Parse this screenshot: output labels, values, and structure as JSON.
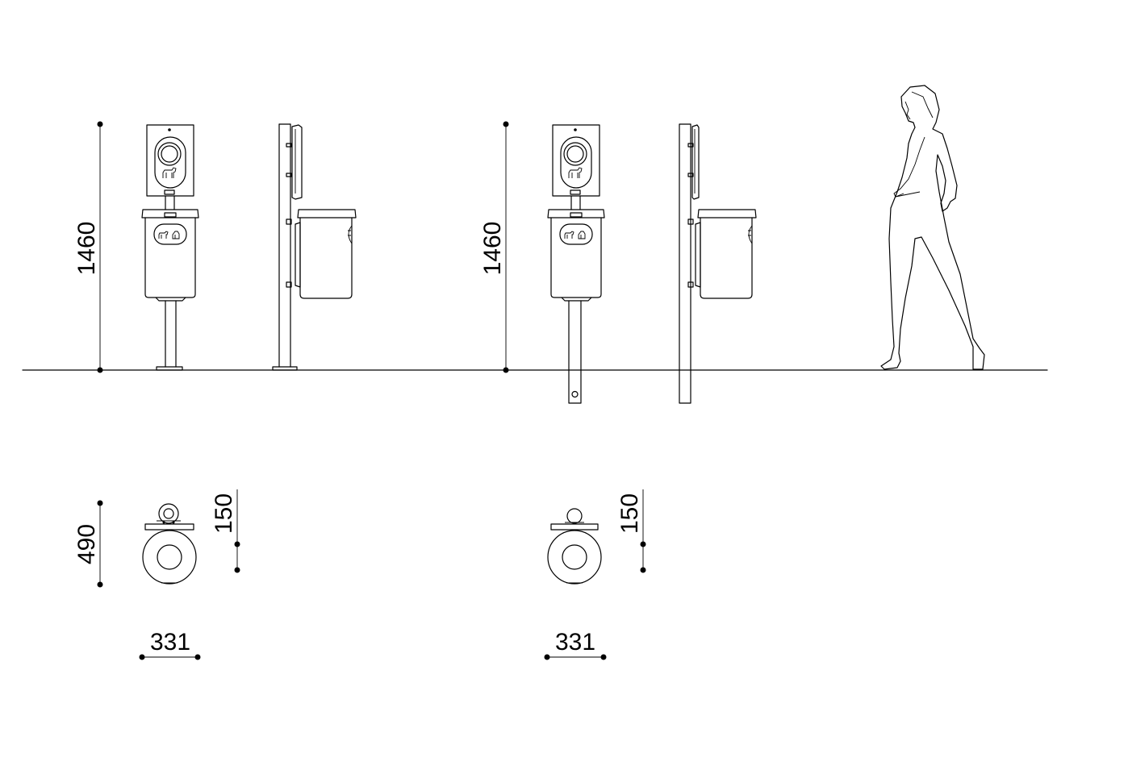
{
  "drawing": {
    "front_height_a": "1460",
    "front_height_b": "1460",
    "plan_depth_a": "490",
    "dispenser_offset_a": "150",
    "dispenser_offset_b": "150",
    "plan_width_a": "331",
    "plan_width_b": "331"
  },
  "colors": {
    "line": "#000000",
    "background": "#ffffff"
  },
  "icons": [
    "dog-icon",
    "dog-waste-icon",
    "human-figure-icon"
  ]
}
